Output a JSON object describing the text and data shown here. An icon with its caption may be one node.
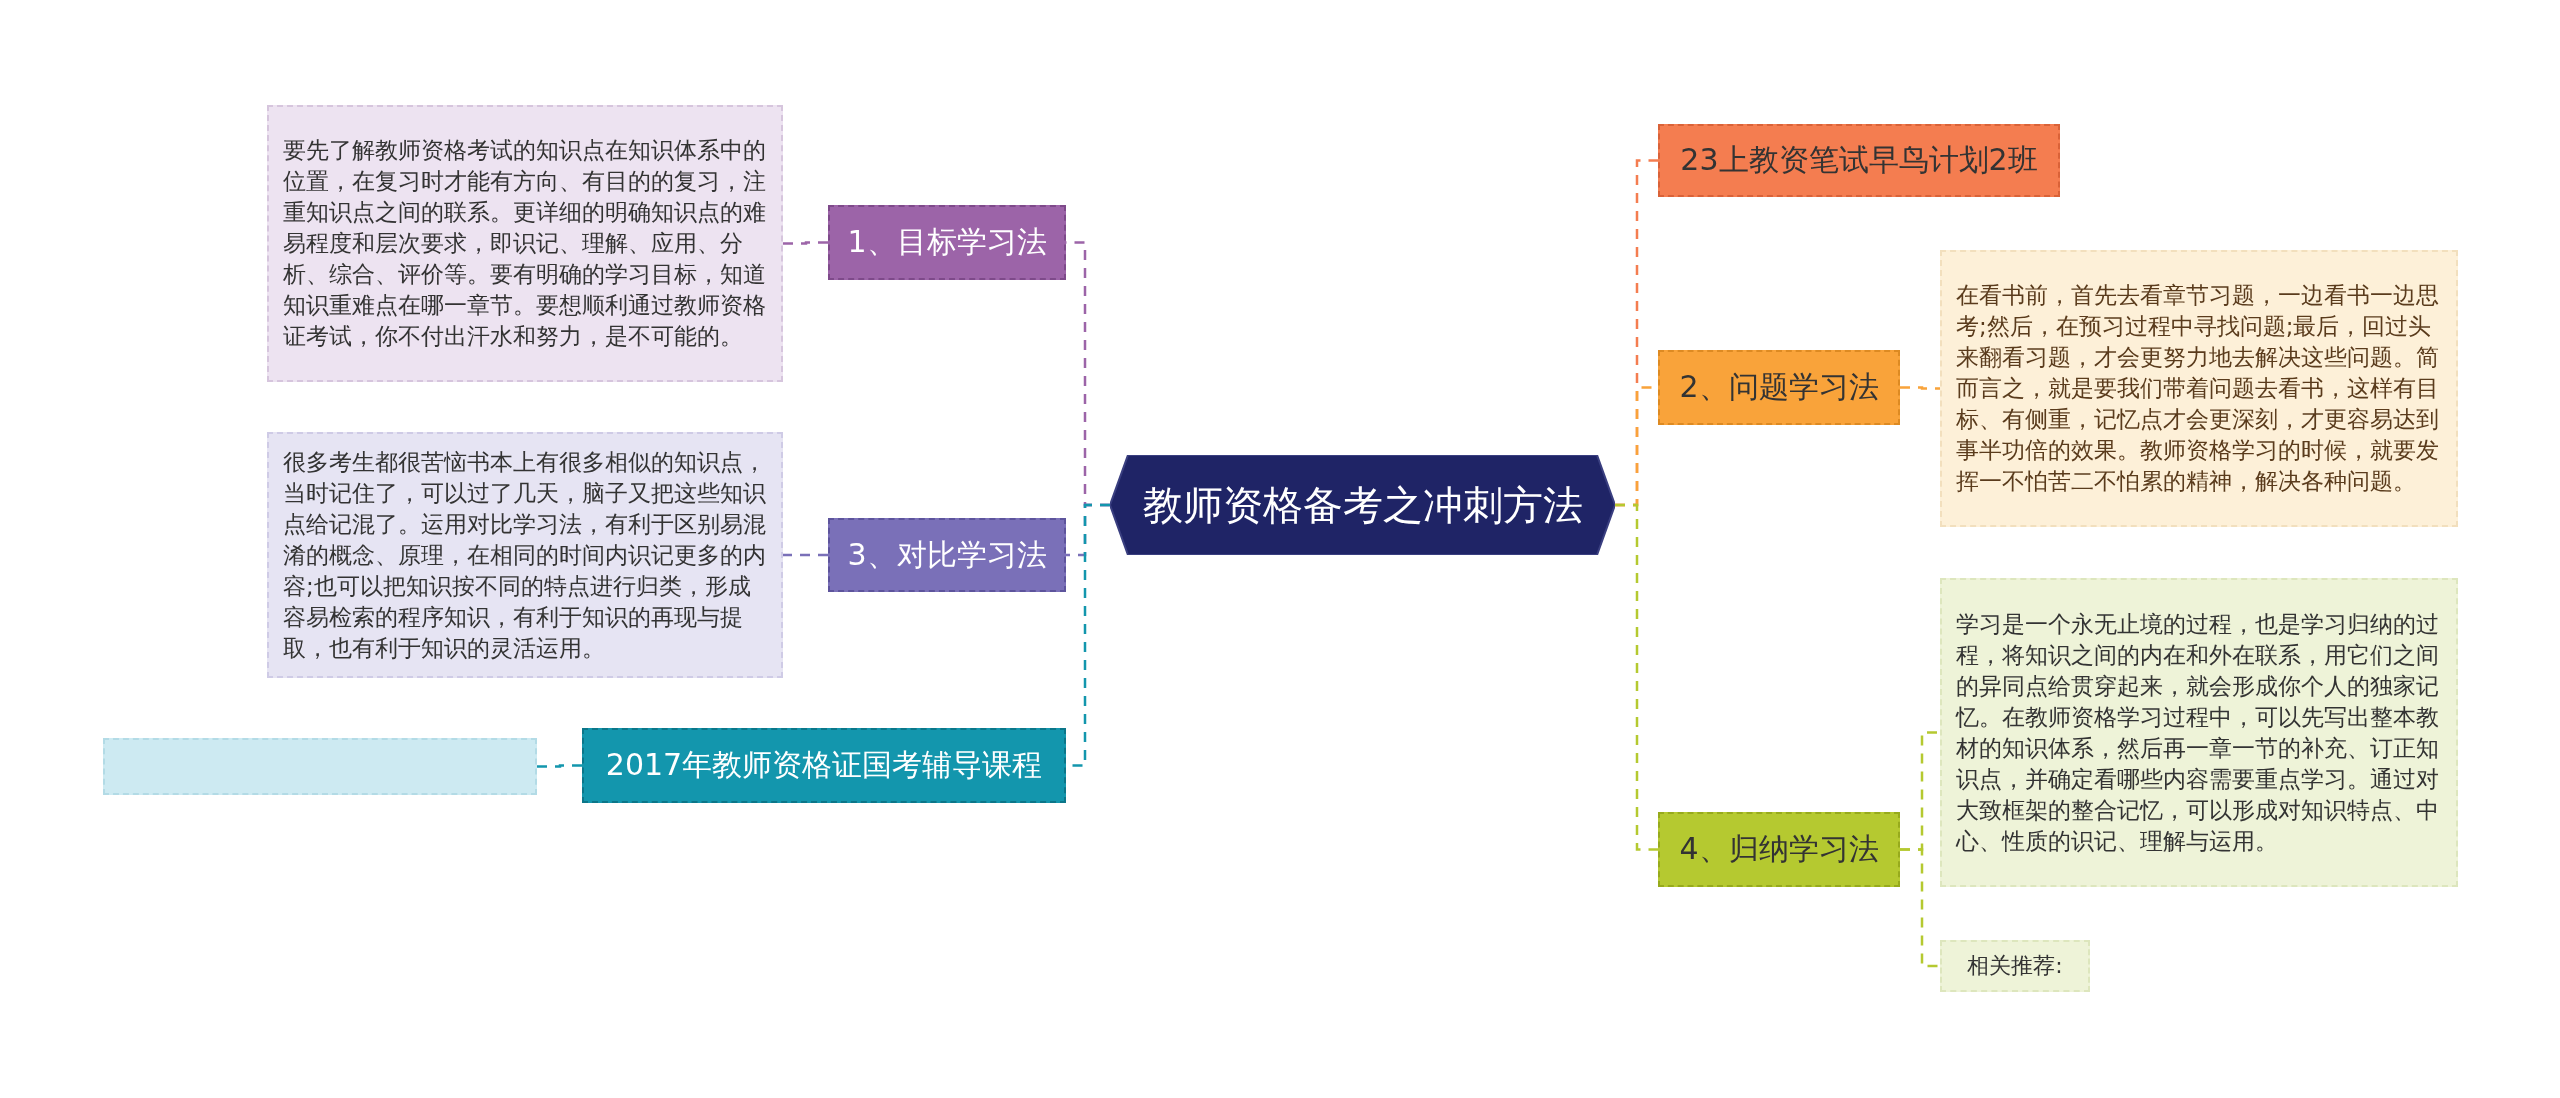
{
  "diagram": {
    "nodes": [
      {
        "text": [
          "教师资格备考之冲刺方法"
        ]
      },
      {
        "text": [
          "1、目标学习法"
        ]
      },
      {
        "text": [
          "要先了解教师资格考试的知识点在知识体系中的位置，在复习时才能有方向、有目的的复习，注重知识点之间的联系。更详细的明确知识点的难易程度和层次要求，即识记、理解、应用、分析、综合、评价等。要有明确的学习目标，知道知识重难点在哪一章节。要想顺利通过教师资格证考试，你不付出汗水和努力，是不可能的。"
        ]
      },
      {
        "text": [
          "3、对比学习法"
        ]
      },
      {
        "text": [
          "很多考生都很苦恼书本上有很多相似的知识点，当时记住了，可以过了几天，脑子又把这些知识点给记混了。运用对比学习法，有利于区别易混淆的概念、原理，在相同的时间内识记更多的内容;也可以把知识按不同的特点进行归类，形成容易检索的程序知识，有利于知识的再现与提取，也有利于知识的灵活运用。"
        ]
      },
      {
        "text": [
          "2017年教师资格证国考辅导课程"
        ]
      },
      {
        "text": [],
        "shape": "box"
      },
      {
        "text": [
          "23上教资笔试早鸟计划2班"
        ]
      },
      {
        "text": [
          "2、问题学习法"
        ]
      },
      {
        "text": [
          "在看书前，首先去看章节习题，一边看书一边思考;然后，在预习过程中寻找问题;最后，回过头来翻看习题，才会更努力地去解决这些问题。简而言之，就是要我们带着问题去看书，这样有目标、有侧重，记忆点才会更深刻，才更容易达到事半功倍的效果。教师资格学习的时候，就要发挥一不怕苦二不怕累的精神，解决各种问题。"
        ]
      },
      {
        "text": [
          "4、归纳学习法"
        ]
      },
      {
        "text": [
          "学习是一个永无止境的过程，也是学习归纳的过程，将知识之间的内在和外在联系，用它们之间的异同点给贯穿起来，就会形成你个人的独家记忆。在教师资格学习过程中，可以先写出整本教材的知识体系，然后再一章一节的补充、订正知识点，并确定看哪些内容需要重点学习。通过对大致框架的整合记忆，可以形成对知识特点、中心、性质的识记、理解与运用。"
        ]
      },
      {
        "text": [
          "相关推荐:"
        ]
      }
    ],
    "edges": [
      {
        "from": 0,
        "to": 1,
        "arrow": "none",
        "color": "#9c64a8"
      },
      {
        "from": 0,
        "to": 3,
        "arrow": "none",
        "color": "#7a70b8"
      },
      {
        "from": 0,
        "to": 5,
        "arrow": "none",
        "color": "#1396ad"
      },
      {
        "from": 0,
        "to": 7,
        "arrow": "none",
        "color": "#f47d50"
      },
      {
        "from": 0,
        "to": 8,
        "arrow": "none",
        "color": "#f9a33a"
      },
      {
        "from": 0,
        "to": 10,
        "arrow": "none",
        "color": "#b5c930"
      },
      {
        "from": 1,
        "to": 2,
        "arrow": "none",
        "color": "#9c64a8"
      },
      {
        "from": 3,
        "to": 4,
        "arrow": "none",
        "color": "#7a70b8"
      },
      {
        "from": 5,
        "to": 6,
        "arrow": "none",
        "color": "#1396ad"
      },
      {
        "from": 8,
        "to": 9,
        "arrow": "none",
        "color": "#f9a33a"
      },
      {
        "from": 10,
        "to": 11,
        "arrow": "none",
        "color": "#b5c930"
      },
      {
        "from": 10,
        "to": 12,
        "arrow": "none",
        "color": "#b5c930"
      }
    ]
  }
}
